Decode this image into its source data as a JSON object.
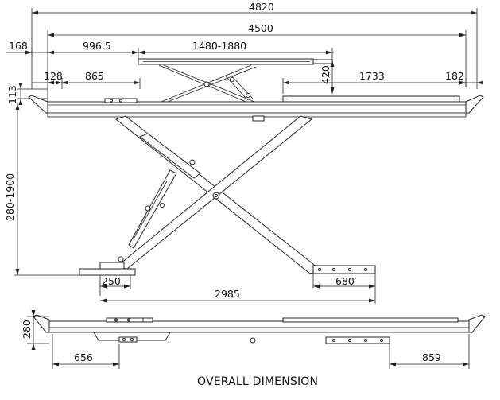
{
  "caption": "OVERALL DIMENSION",
  "dimensions": {
    "overall_length": "4820",
    "platform_length": "4500",
    "left_offset": "168",
    "extension_offset": "996.5",
    "extension_range": "1480-1880",
    "pad_offset": "128",
    "pad_distance": "865",
    "ramp_height": "420",
    "ramp_length": "1733",
    "right_offset": "182",
    "platform_thickness": "113",
    "lift_height_range": "280-1900",
    "left_base": "250",
    "right_base": "680",
    "base_distance": "2985",
    "lowered_height": "280",
    "lowered_left": "656",
    "lowered_right": "859"
  }
}
